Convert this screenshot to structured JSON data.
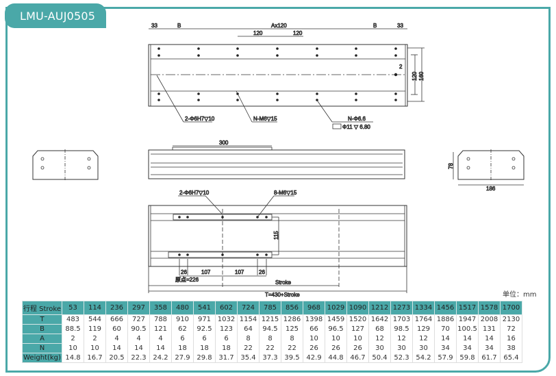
{
  "title": "LMU-AUJ0505",
  "unit_label": "单位：mm",
  "drawing": {
    "top_view": {
      "dim_33_left": "33",
      "dim_b_left": "B",
      "dim_ax120": "Ax120",
      "dim_b_right": "B",
      "dim_33_right": "33",
      "dim_120_a": "120",
      "dim_120_b": "120",
      "dim_2": "2",
      "dim_120_v": "120",
      "dim_160_v": "160",
      "callout_pin": "2-Φ6H7▽10",
      "callout_tap": "N-M6▽15",
      "callout_hole": "N-Φ6.6",
      "callout_cbore": "Φ11 ▽ 6.80"
    },
    "side_view": {
      "dim_300": "300"
    },
    "end_view_right": {
      "dim_78": "78",
      "dim_186": "186"
    },
    "bottom_view": {
      "callout_pin": "2-Φ6H7▽10",
      "callout_tap": "8-M6▽15",
      "dim_115": "115",
      "dim_26_a": "26",
      "dim_107_a": "107",
      "dim_107_b": "107",
      "dim_26_b": "26",
      "origin": "原点=226",
      "stroke": "Stroke",
      "total": "T=430+Stroke"
    }
  },
  "table": {
    "header": "行程 Stroke",
    "strokes": [
      "53",
      "114",
      "236",
      "297",
      "358",
      "480",
      "541",
      "602",
      "724",
      "785",
      "856",
      "968",
      "1029",
      "1090",
      "1212",
      "1273",
      "1334",
      "1456",
      "1517",
      "1578",
      "1700"
    ],
    "rows": [
      {
        "label": "T",
        "values": [
          "483",
          "544",
          "666",
          "727",
          "788",
          "910",
          "971",
          "1032",
          "1154",
          "1215",
          "1286",
          "1398",
          "1459",
          "1520",
          "1642",
          "1703",
          "1764",
          "1886",
          "1947",
          "2008",
          "2130"
        ]
      },
      {
        "label": "B",
        "values": [
          "88.5",
          "119",
          "60",
          "90.5",
          "121",
          "62",
          "92.5",
          "123",
          "64",
          "94.5",
          "125",
          "66",
          "96.5",
          "127",
          "68",
          "98.5",
          "129",
          "70",
          "100.5",
          "131",
          "72"
        ]
      },
      {
        "label": "A",
        "values": [
          "2",
          "2",
          "4",
          "4",
          "4",
          "6",
          "6",
          "6",
          "8",
          "8",
          "8",
          "10",
          "10",
          "10",
          "12",
          "12",
          "12",
          "14",
          "14",
          "14",
          "16"
        ]
      },
      {
        "label": "N",
        "values": [
          "10",
          "10",
          "14",
          "14",
          "14",
          "18",
          "18",
          "18",
          "22",
          "22",
          "22",
          "26",
          "26",
          "26",
          "30",
          "30",
          "30",
          "34",
          "34",
          "34",
          "38"
        ]
      },
      {
        "label": "Weight(kg)",
        "values": [
          "14.8",
          "16.7",
          "20.5",
          "22.3",
          "24.2",
          "27.9",
          "29.8",
          "31.7",
          "35.4",
          "37.3",
          "39.5",
          "42.9",
          "44.8",
          "46.7",
          "50.4",
          "52.3",
          "54.2",
          "57.9",
          "59.8",
          "61.7",
          "65.4"
        ]
      }
    ]
  },
  "colors": {
    "accent": "#4aa8a8"
  }
}
